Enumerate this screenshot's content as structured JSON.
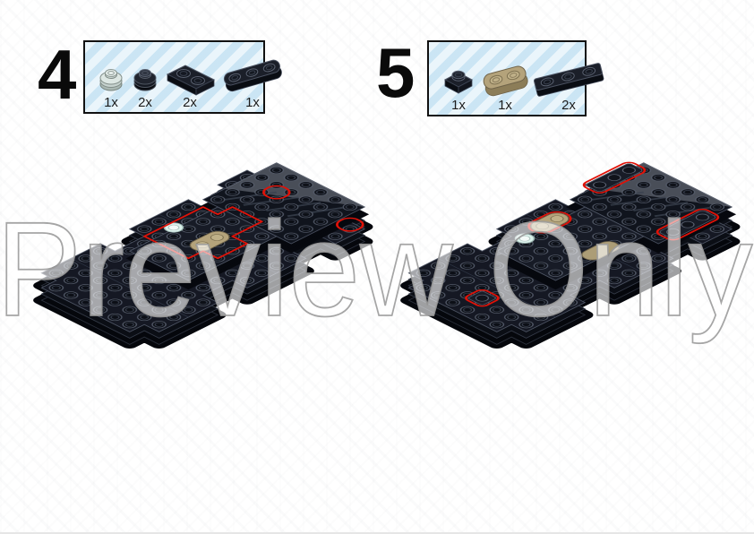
{
  "watermark": {
    "text": "Preview Only"
  },
  "steps": [
    {
      "number": "4",
      "parts": [
        {
          "name": "round-plate-1x1-trans-clear",
          "qty": "1x"
        },
        {
          "name": "round-plate-1x1-black",
          "qty": "2x"
        },
        {
          "name": "plate-1x2-black",
          "qty": "2x"
        },
        {
          "name": "plate-1x3-rounded-black",
          "qty": "1x"
        }
      ]
    },
    {
      "number": "5",
      "parts": [
        {
          "name": "plate-1x1-black",
          "qty": "1x"
        },
        {
          "name": "plate-1x2-rounded-dark-tan",
          "qty": "1x"
        },
        {
          "name": "plate-1x3-black",
          "qty": "2x"
        }
      ]
    }
  ],
  "diagrams": [
    {
      "step": "4",
      "description": "black chassis assembly, newly placed parts outlined in red"
    },
    {
      "step": "5",
      "description": "black chassis assembly, newly placed parts outlined in red"
    }
  ],
  "colors": {
    "highlight": "#e01208",
    "brick_black": "#151823",
    "dark_tan": "#b4a37b",
    "trans_clear": "#dcf2ec",
    "parts_box_bg": "#d9edf8",
    "parts_box_border": "#111111",
    "watermark_stroke": "#9b9b9b"
  }
}
